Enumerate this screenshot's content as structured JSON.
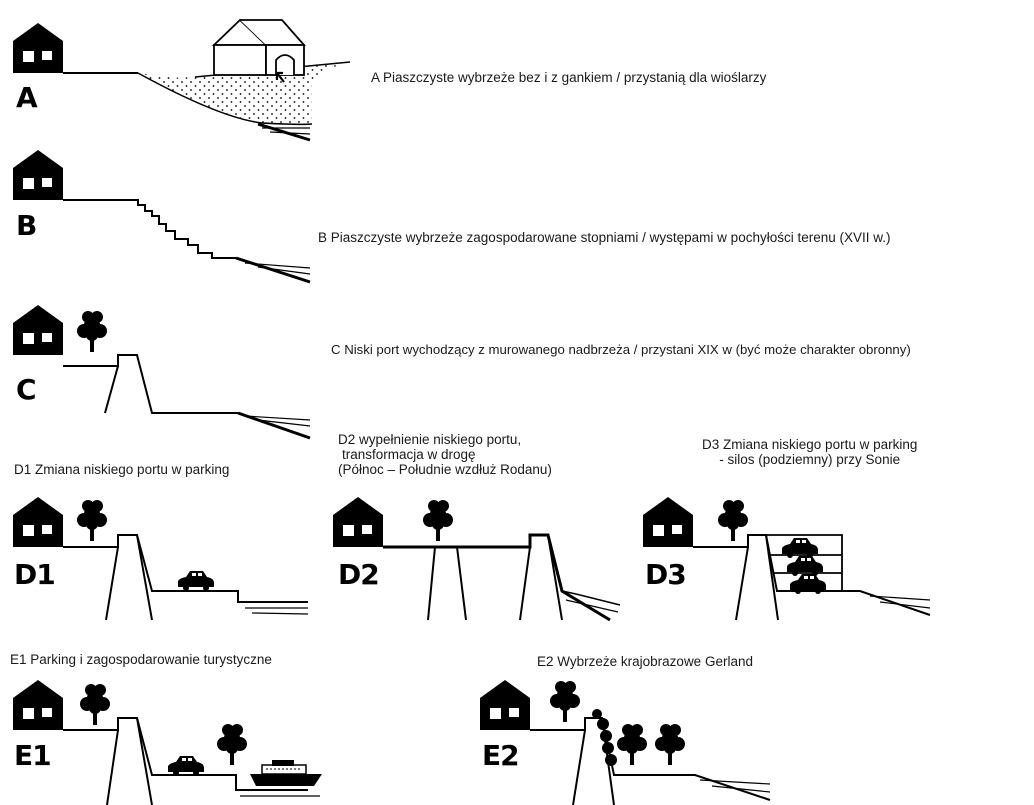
{
  "panels": {
    "A": {
      "label": "A",
      "caption": "A Piaszczyste wybrzeże bez i z gankiem / przystanią dla wioślarzy"
    },
    "B": {
      "label": "B",
      "caption": "B Piaszczyste wybrzeże zagospodarowane stopniami / występami w pochyłości terenu (XVII w.)"
    },
    "C": {
      "label": "C",
      "caption": "C Niski port wychodzący z murowanego nadbrzeża / przystani XIX w (być może charakter obronny)"
    },
    "D1": {
      "label": "D1",
      "caption": "D1 Zmiana niskiego portu w parking"
    },
    "D2": {
      "label": "D2",
      "caption_lines": [
        "D2 wypełnienie niskiego portu,",
        "transformacja w drogę",
        "(Północ – Południe wzdłuż Rodanu)"
      ]
    },
    "D3": {
      "label": "D3",
      "caption_lines": [
        "D3 Zmiana niskiego portu w parking",
        "- silos (podziemny) przy Sonie"
      ]
    },
    "E1": {
      "label": "E1",
      "caption": "E1 Parking  i zagospodarowanie turystyczne"
    },
    "E2": {
      "label": "E2",
      "caption": "E2 Wybrzeże krajobrazowe Gerland"
    }
  },
  "colors": {
    "ink": "#000000",
    "background": "#ffffff"
  }
}
